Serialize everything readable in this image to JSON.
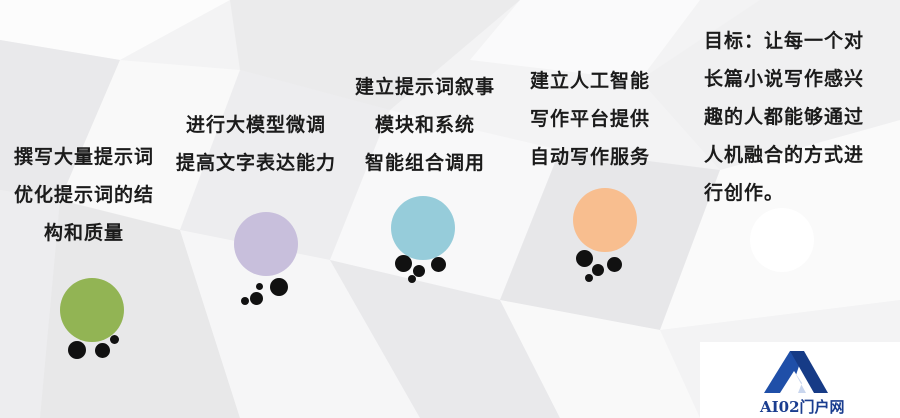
{
  "steps": [
    {
      "lines": [
        "撰写大量提示词",
        "优化提示词的结",
        "构和质量"
      ],
      "color": "#92b454"
    },
    {
      "lines": [
        "进行大模型微调",
        "提高文字表达能力"
      ],
      "color": "#c8bfdc"
    },
    {
      "lines": [
        "建立提示词叙事",
        "模块和系统",
        "智能组合调用"
      ],
      "color": "#96ccda"
    },
    {
      "lines": [
        "建立人工智能",
        "写作平台提供",
        "自动写作服务"
      ],
      "color": "#f8be8f"
    }
  ],
  "goal": {
    "text": "目标：让每一个对长篇小说写作感兴趣的人都能够通过人机融合的方式进行创作。",
    "color": "#ffffff"
  },
  "watermark": {
    "text": "AI02门户网",
    "brand_color": "#1a3d8f",
    "icon": "a-letter-logo-icon"
  }
}
